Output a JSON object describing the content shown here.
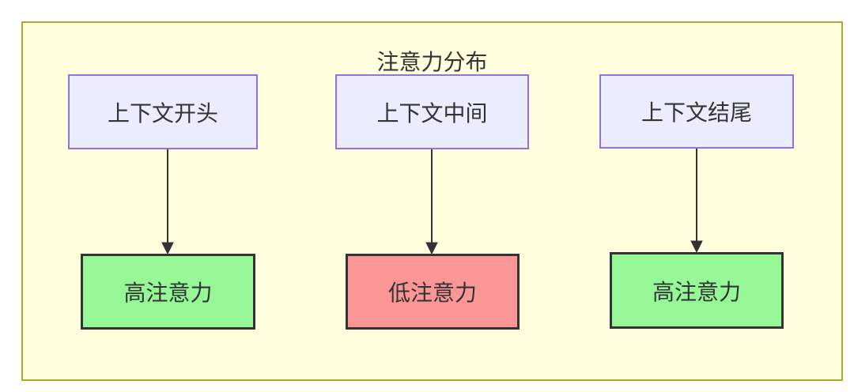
{
  "diagram": {
    "title": "注意力分布",
    "columns": [
      {
        "source": "上下文开头",
        "target": "高注意力",
        "attention_level": "high"
      },
      {
        "source": "上下文中间",
        "target": "低注意力",
        "attention_level": "low"
      },
      {
        "source": "上下文结尾",
        "target": "高注意力",
        "attention_level": "high"
      }
    ],
    "colors": {
      "cluster_background": "#ffffde",
      "cluster_border": "#aaaa33",
      "source_fill": "#ececff",
      "source_border": "#9370db",
      "high_attention_fill": "#96f796",
      "low_attention_fill": "#fa9696",
      "target_border": "#333333",
      "text": "#333333",
      "arrow": "#333333"
    }
  }
}
